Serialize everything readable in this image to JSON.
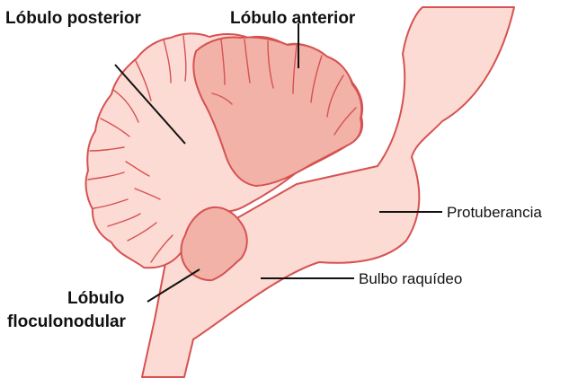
{
  "labels": {
    "posterior_lobe": "Lóbulo posterior",
    "anterior_lobe": "Lóbulo anterior",
    "pons": "Protuberancia",
    "medulla": "Bulbo raquídeo",
    "flocculonodular_line1": "Lóbulo",
    "flocculonodular_line2": "floculonodular"
  },
  "colors": {
    "tissue_light": "#fbdbd4",
    "tissue_dark": "#f2b2a8",
    "outline": "#d65252",
    "text": "#111111",
    "background": "#ffffff"
  }
}
